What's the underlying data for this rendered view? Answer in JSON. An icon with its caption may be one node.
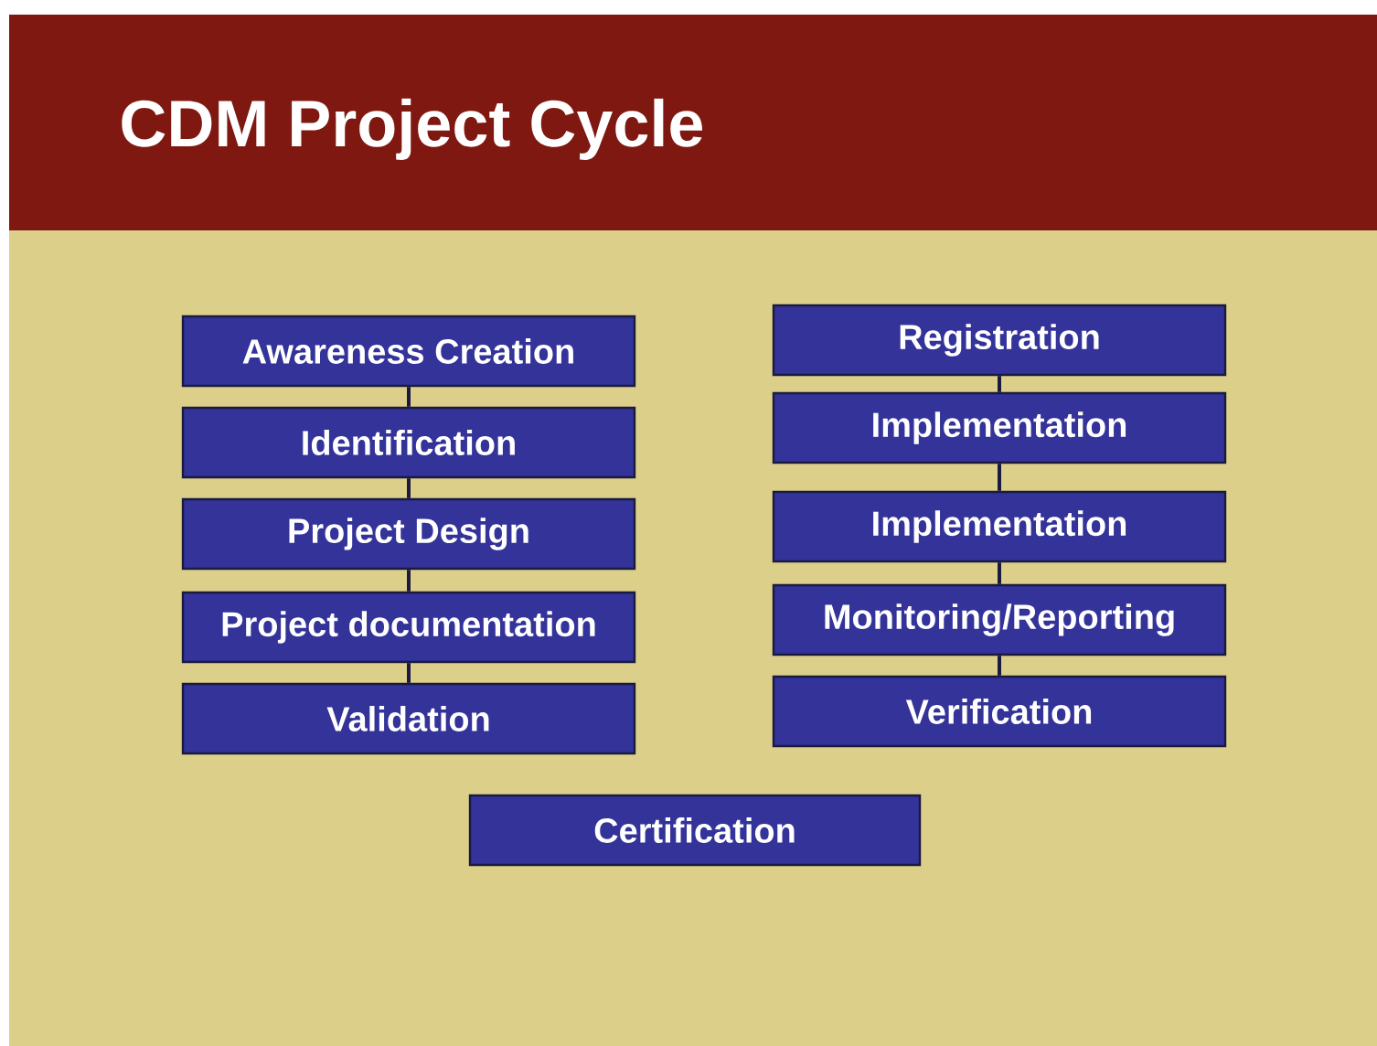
{
  "diagram": {
    "title": "CDM Project Cycle",
    "nodes": [
      {
        "text": [
          "Awareness Creation"
        ]
      },
      {
        "text": [
          "Identification"
        ]
      },
      {
        "text": [
          "Project Design"
        ]
      },
      {
        "text": [
          "Project documentation"
        ]
      },
      {
        "text": [
          "Validation"
        ]
      },
      {
        "text": [
          "Registration"
        ]
      },
      {
        "text": [
          "Implementation"
        ]
      },
      {
        "text": [
          "Implementation"
        ]
      },
      {
        "text": [
          "Monitoring/Reporting"
        ]
      },
      {
        "text": [
          "Verification"
        ]
      },
      {
        "text": [
          "Certification"
        ]
      }
    ],
    "edges": [
      {
        "from": 0,
        "to": 1,
        "arrow": "none"
      },
      {
        "from": 1,
        "to": 2,
        "arrow": "none"
      },
      {
        "from": 2,
        "to": 3,
        "arrow": "none"
      },
      {
        "from": 3,
        "to": 4,
        "arrow": "none"
      },
      {
        "from": 5,
        "to": 6,
        "arrow": "none"
      },
      {
        "from": 6,
        "to": 7,
        "arrow": "none"
      },
      {
        "from": 7,
        "to": 8,
        "arrow": "none"
      },
      {
        "from": 8,
        "to": 9,
        "arrow": "none"
      }
    ]
  }
}
